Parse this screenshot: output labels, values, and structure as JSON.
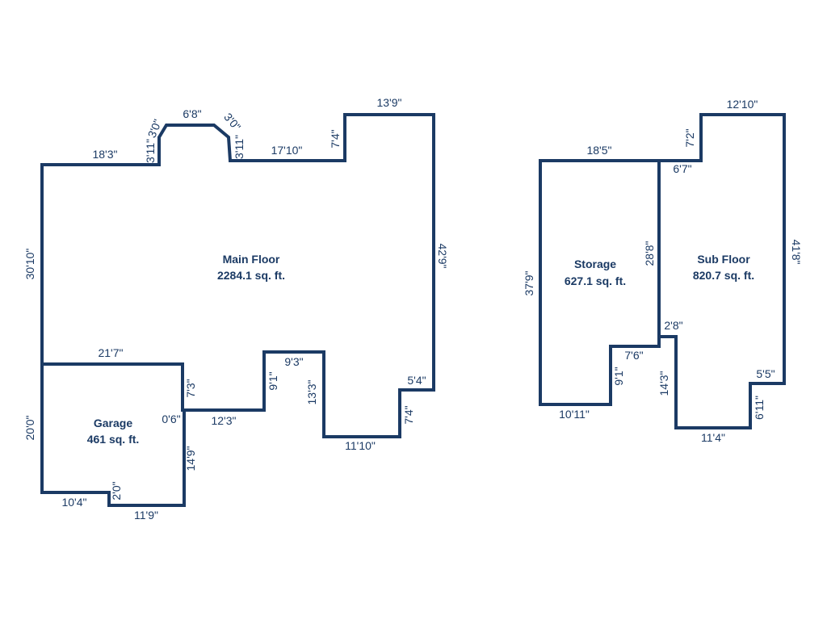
{
  "rooms": {
    "main_floor": {
      "name": "Main Floor",
      "area": "2284.1 sq. ft."
    },
    "garage": {
      "name": "Garage",
      "area": "461 sq. ft."
    },
    "storage": {
      "name": "Storage",
      "area": "627.1 sq. ft."
    },
    "sub_floor": {
      "name": "Sub Floor",
      "area": "820.7 sq. ft."
    }
  },
  "dimensions": {
    "main": {
      "top_left": "18'3\"",
      "bay_left_vertical": "3'11\"",
      "bay_left_angle": "3'0\"",
      "bay_top": "6'8\"",
      "bay_right_angle": "3'0\"",
      "bay_right_vertical": "3'11\"",
      "top_middle": "17'10\"",
      "step_up": "7'4\"",
      "top_right": "13'9\"",
      "right": "42'9\"",
      "bottom_right_step": "5'4\"",
      "right_lower": "7'4\"",
      "bottom": "11'10\"",
      "notch_right": "13'3\"",
      "notch_top": "9'3\"",
      "notch_left": "9'1\"",
      "bottom_left": "12'3\"",
      "left": "30'10\""
    },
    "garage": {
      "top": "21'7\"",
      "right_upper": "7'3\"",
      "jog": "0'6\"",
      "right_lower": "14'9\"",
      "left": "20'0\"",
      "bottom_left": "10'4\"",
      "step": "2'0\"",
      "bottom_right": "11'9\""
    },
    "storage": {
      "top": "18'5\"",
      "left": "37'9\"",
      "bottom": "10'11\"",
      "notch_vertical": "9'1\"",
      "notch_horizontal": "7'6\""
    },
    "sub_floor": {
      "step_vertical": "7'2\"",
      "top": "12'10\"",
      "step_horizontal": "6'7\"",
      "left": "28'8\"",
      "right": "41'8\"",
      "bottom_right_step": "5'5\"",
      "right_lower": "6'11\"",
      "bottom": "11'4\"",
      "left_lower": "14'3\"",
      "jog": "2'8\""
    }
  }
}
